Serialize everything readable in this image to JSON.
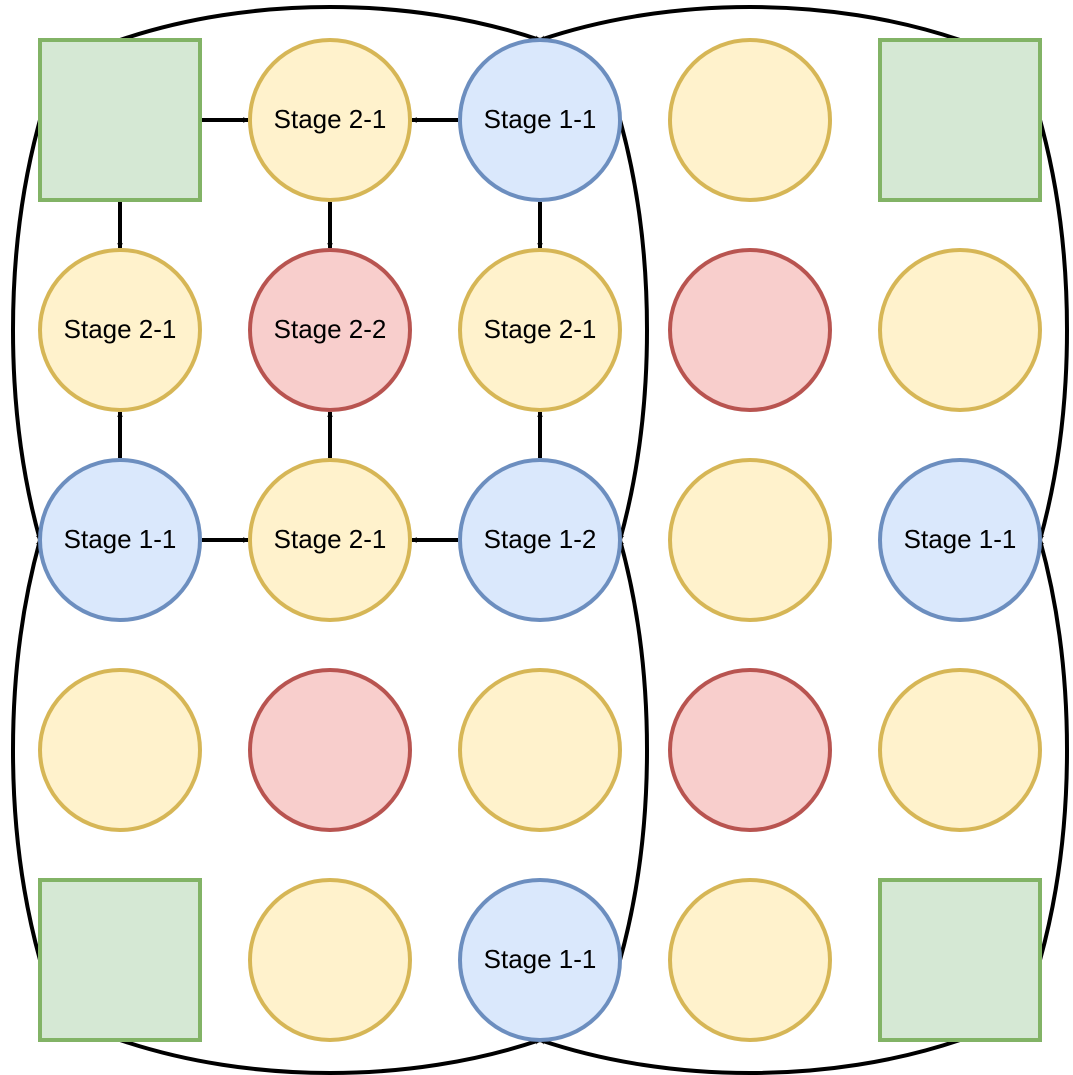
{
  "colors": {
    "square_fill": "#d5e8d4",
    "square_stroke": "#82b366",
    "blue_fill": "#dae8fc",
    "blue_stroke": "#6c8ebf",
    "yellow_fill": "#fff2cc",
    "yellow_stroke": "#d6b656",
    "red_fill": "#f8cecc",
    "red_stroke": "#b85450",
    "edge": "#000000"
  },
  "grid": {
    "rows": [
      [
        {
          "kind": "square",
          "label": ""
        },
        {
          "kind": "yellow",
          "label": "Stage 2-1"
        },
        {
          "kind": "blue",
          "label": "Stage 1-1"
        },
        {
          "kind": "yellow",
          "label": ""
        },
        {
          "kind": "square",
          "label": ""
        }
      ],
      [
        {
          "kind": "yellow",
          "label": "Stage 2-1"
        },
        {
          "kind": "red",
          "label": "Stage 2-2"
        },
        {
          "kind": "yellow",
          "label": "Stage 2-1"
        },
        {
          "kind": "red",
          "label": ""
        },
        {
          "kind": "yellow",
          "label": ""
        }
      ],
      [
        {
          "kind": "blue",
          "label": "Stage 1-1"
        },
        {
          "kind": "yellow",
          "label": "Stage 2-1"
        },
        {
          "kind": "blue",
          "label": "Stage 1-2"
        },
        {
          "kind": "yellow",
          "label": ""
        },
        {
          "kind": "blue",
          "label": "Stage 1-1"
        }
      ],
      [
        {
          "kind": "yellow",
          "label": ""
        },
        {
          "kind": "red",
          "label": ""
        },
        {
          "kind": "yellow",
          "label": ""
        },
        {
          "kind": "red",
          "label": ""
        },
        {
          "kind": "yellow",
          "label": ""
        }
      ],
      [
        {
          "kind": "square",
          "label": ""
        },
        {
          "kind": "yellow",
          "label": ""
        },
        {
          "kind": "blue",
          "label": "Stage 1-1"
        },
        {
          "kind": "yellow",
          "label": ""
        },
        {
          "kind": "square",
          "label": ""
        }
      ]
    ]
  },
  "edges": [
    {
      "from": [
        0,
        0
      ],
      "to": [
        0,
        1
      ]
    },
    {
      "from": [
        0,
        0
      ],
      "to": [
        1,
        0
      ]
    },
    {
      "from": [
        0,
        2
      ],
      "to": [
        0,
        1
      ]
    },
    {
      "from": [
        0,
        2
      ],
      "to": [
        1,
        2
      ]
    },
    {
      "from": [
        0,
        1
      ],
      "to": [
        1,
        1
      ]
    },
    {
      "from": [
        2,
        0
      ],
      "to": [
        1,
        0
      ]
    },
    {
      "from": [
        2,
        0
      ],
      "to": [
        2,
        1
      ]
    },
    {
      "from": [
        2,
        1
      ],
      "to": [
        1,
        1
      ]
    },
    {
      "from": [
        2,
        2
      ],
      "to": [
        2,
        1
      ]
    },
    {
      "from": [
        2,
        2
      ],
      "to": [
        1,
        2
      ]
    }
  ],
  "wrap_edges": [
    {
      "from": [
        0,
        0
      ],
      "to": [
        0,
        2
      ]
    },
    {
      "from": [
        0,
        4
      ],
      "to": [
        0,
        2
      ]
    },
    {
      "from": [
        0,
        0
      ],
      "to": [
        2,
        0
      ]
    },
    {
      "from": [
        4,
        0
      ],
      "to": [
        2,
        0
      ]
    },
    {
      "from": [
        0,
        2
      ],
      "to": [
        2,
        2
      ]
    },
    {
      "from": [
        4,
        2
      ],
      "to": [
        2,
        2
      ]
    },
    {
      "from": [
        0,
        4
      ],
      "to": [
        2,
        4
      ]
    },
    {
      "from": [
        4,
        4
      ],
      "to": [
        2,
        4
      ]
    },
    {
      "from": [
        4,
        0
      ],
      "to": [
        4,
        2
      ]
    },
    {
      "from": [
        4,
        4
      ],
      "to": [
        4,
        2
      ]
    }
  ]
}
